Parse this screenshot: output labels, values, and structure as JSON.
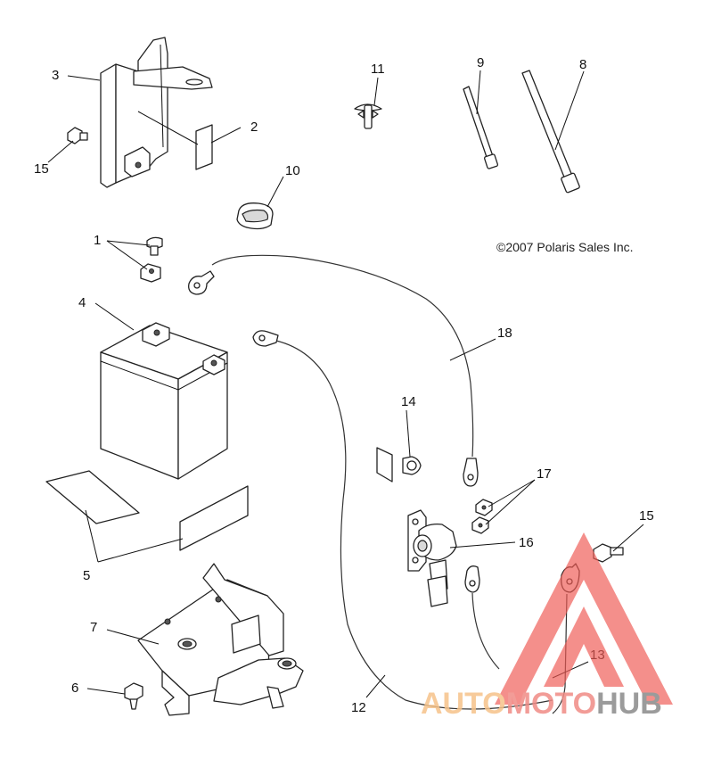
{
  "copyright": "©2007 Polaris Sales Inc.",
  "callouts": [
    {
      "id": "c1",
      "label": "1"
    },
    {
      "id": "c2",
      "label": "2"
    },
    {
      "id": "c3",
      "label": "3"
    },
    {
      "id": "c4",
      "label": "4"
    },
    {
      "id": "c5",
      "label": "5"
    },
    {
      "id": "c6",
      "label": "6"
    },
    {
      "id": "c7",
      "label": "7"
    },
    {
      "id": "c8",
      "label": "8"
    },
    {
      "id": "c9",
      "label": "9"
    },
    {
      "id": "c10",
      "label": "10"
    },
    {
      "id": "c11",
      "label": "11"
    },
    {
      "id": "c12",
      "label": "12"
    },
    {
      "id": "c13",
      "label": "13"
    },
    {
      "id": "c14",
      "label": "14"
    },
    {
      "id": "c15a",
      "label": "15"
    },
    {
      "id": "c15b",
      "label": "15"
    },
    {
      "id": "c16",
      "label": "16"
    },
    {
      "id": "c17",
      "label": "17"
    },
    {
      "id": "c18",
      "label": "18"
    }
  ],
  "watermark": {
    "part1": "AUTO",
    "part2": "MOTO",
    "part3": "HUB",
    "colors": {
      "part1": "#f6c38a",
      "part2": "#f08b86",
      "part3": "#8a8a8a",
      "triangle": "#ef5b55"
    }
  }
}
